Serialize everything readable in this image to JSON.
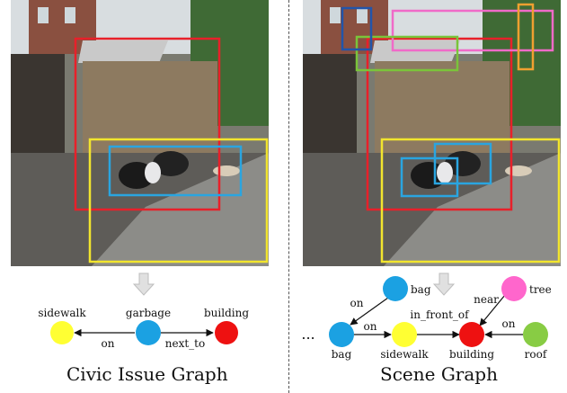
{
  "left_panel": {
    "caption": "Civic Issue Graph",
    "nodes": [
      {
        "label": "sidewalk",
        "color": "#ffff33"
      },
      {
        "label": "garbage",
        "color": "#1ba1e2"
      },
      {
        "label": "building",
        "color": "#ee1111"
      }
    ],
    "edges": [
      {
        "label": "on"
      },
      {
        "label": "next_to"
      }
    ]
  },
  "right_panel": {
    "caption": "Scene Graph",
    "ellipsis": "...",
    "nodes": [
      {
        "label": "bag",
        "color": "#1ba1e2"
      },
      {
        "label": "bag",
        "color": "#1ba1e2"
      },
      {
        "label": "sidewalk",
        "color": "#ffff33"
      },
      {
        "label": "building",
        "color": "#ee1111"
      },
      {
        "label": "tree",
        "color": "#ff66cc"
      },
      {
        "label": "roof",
        "color": "#88cc44"
      }
    ],
    "edges": [
      {
        "label": "on"
      },
      {
        "label": "on"
      },
      {
        "label": "in_front_of"
      },
      {
        "label": "near"
      },
      {
        "label": "on"
      }
    ]
  },
  "colors": {
    "box_red": "#e8202a",
    "box_yellow": "#f2e52e",
    "box_blue": "#2aa5e0",
    "box_pink": "#f06ac8",
    "box_green": "#7ac43a",
    "box_orange": "#f0a030",
    "box_navy": "#2255aa",
    "down_arrow": "#cccccc"
  }
}
